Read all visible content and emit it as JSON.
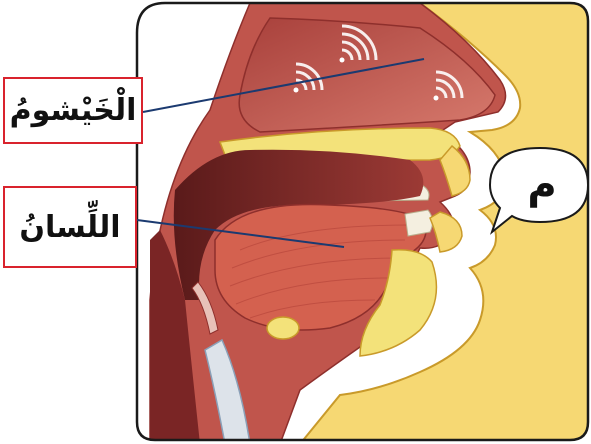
{
  "labels": {
    "nasal_cavity": "الْخَيْشومُ",
    "tongue": "اللِّسانُ"
  },
  "speech_bubble": {
    "letter": "م"
  },
  "colors": {
    "frame_border": "#1a1a1a",
    "skin": "#f6d873",
    "skin_outline": "#c99a2a",
    "tissue": "#c0554c",
    "tissue_dark": "#8e2f2c",
    "cavity_dark": "#5a1a1a",
    "tongue": "#d4614f",
    "bone": "#f3e27a",
    "label_border": "#d9232d",
    "leader_line": "#1b3a70",
    "sound_waves": "#ffffff"
  }
}
